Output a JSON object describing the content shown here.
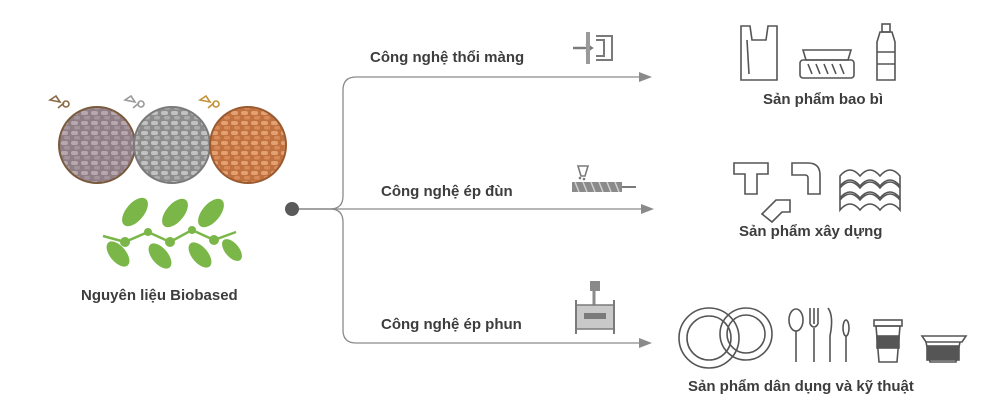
{
  "source": {
    "label": "Nguyên liệu Biobased"
  },
  "processes": [
    {
      "id": "blow",
      "label": "Công nghệ thổi màng",
      "icon": "blow-mold-icon"
    },
    {
      "id": "extrude",
      "label": "Công nghệ ép đùn",
      "icon": "extruder-icon"
    },
    {
      "id": "inject",
      "label": "Công nghệ ép phun",
      "icon": "injection-mold-icon"
    }
  ],
  "products": [
    {
      "id": "packaging",
      "label": "Sản phẩm bao bì",
      "icons": [
        "plastic-bag-icon",
        "food-container-icon",
        "bottle-icon"
      ]
    },
    {
      "id": "construction",
      "label": "Sản phẩm xây dựng",
      "icons": [
        "pipe-fittings-icon",
        "roof-tiles-icon"
      ]
    },
    {
      "id": "consumer",
      "label": "Sản phẩm dân dụng và kỹ thuật",
      "icons": [
        "plates-icon",
        "cutlery-icon",
        "cup-icon",
        "bowl-icon"
      ]
    }
  ],
  "colors": {
    "line": "#8a8a8a",
    "leaf": "#7ab648",
    "pellet_purple": "#a08f96",
    "pellet_gray": "#a6a6a6",
    "pellet_orange": "#d0895a"
  }
}
